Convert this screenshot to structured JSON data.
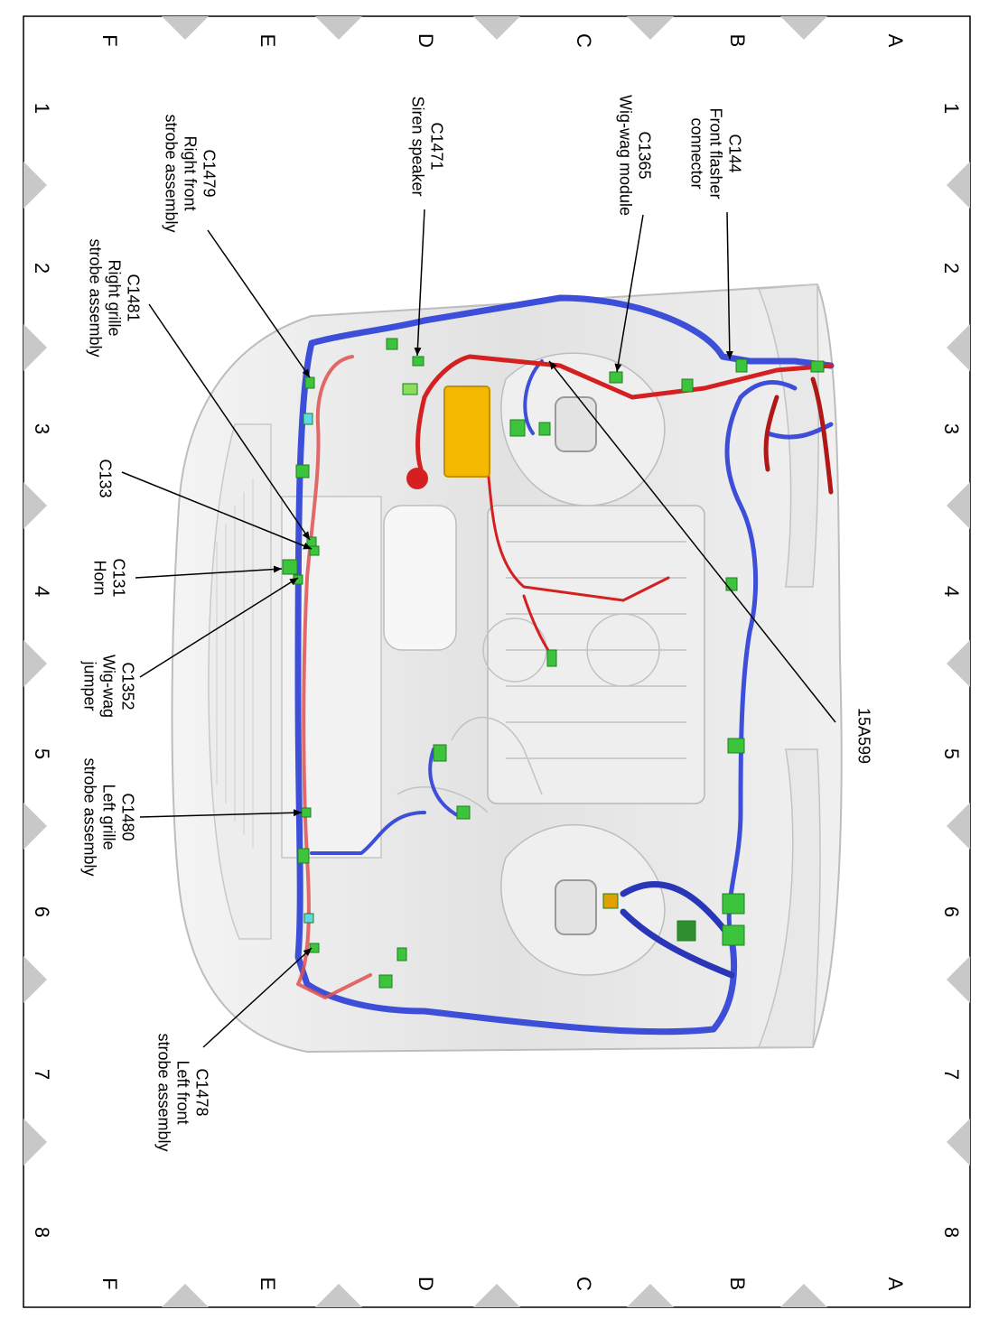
{
  "grid": {
    "rows": [
      "A",
      "B",
      "C",
      "D",
      "E",
      "F"
    ],
    "cols": [
      "1",
      "2",
      "3",
      "4",
      "5",
      "6",
      "7",
      "8"
    ]
  },
  "callouts": [
    {
      "id": "c144",
      "lines": [
        "C144",
        "Front flasher",
        "connector"
      ]
    },
    {
      "id": "c1365",
      "lines": [
        "C1365",
        "Wig-wag module"
      ]
    },
    {
      "id": "c1471",
      "lines": [
        "C1471",
        "Siren speaker"
      ]
    },
    {
      "id": "c1479",
      "lines": [
        "C1479",
        "Right front",
        "strobe assembly"
      ]
    },
    {
      "id": "c1481",
      "lines": [
        "C1481",
        "Right grille",
        "strobe assembly"
      ]
    },
    {
      "id": "c133",
      "lines": [
        "C133"
      ]
    },
    {
      "id": "c131",
      "lines": [
        "C131",
        "Horn"
      ]
    },
    {
      "id": "c1352",
      "lines": [
        "C1352",
        "Wig-wag",
        "jumper"
      ]
    },
    {
      "id": "c1480",
      "lines": [
        "C1480",
        "Left grille",
        "strobe assembly"
      ]
    },
    {
      "id": "c1478",
      "lines": [
        "C1478",
        "Left front",
        "strobe assembly"
      ]
    },
    {
      "id": "h15a599",
      "lines": [
        "15A599"
      ]
    }
  ],
  "colors": {
    "harness_blue": "#3d4fd8",
    "harness_red": "#d42020",
    "connector_green": "#3cc43c",
    "fuse_box": "#f5b800",
    "body_gray": "#e6e6e6",
    "marker_gray": "#c8c8c8"
  }
}
